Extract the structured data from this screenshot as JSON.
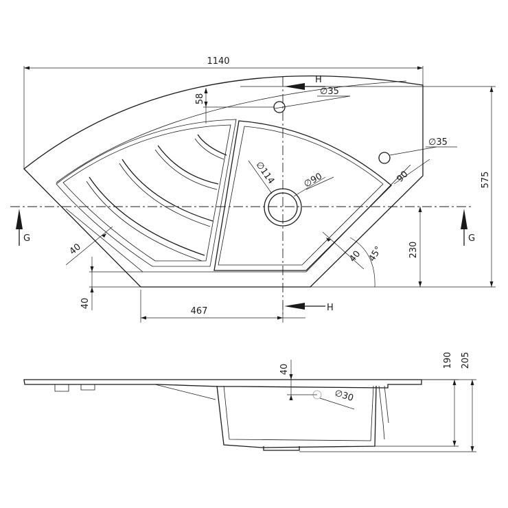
{
  "top_view": {
    "overall_width": "1140",
    "overall_depth": "575",
    "offset_to_centerline": "230",
    "top_margin": "58",
    "left_margin": "40",
    "bottom_margin": "40",
    "right_margin": "40",
    "side_margin": "90",
    "bowl_center_offset": "467",
    "bowl_outer_diameter": "∅114",
    "drain_diameter": "∅90",
    "tap_hole_1": "∅35",
    "tap_hole_2": "∅35",
    "angle": "45°",
    "section_h_top": "H",
    "section_h_bottom": "H",
    "section_g_left": "G",
    "section_g_right": "G"
  },
  "side_view": {
    "overflow_offset": "40",
    "overflow_diameter": "∅30",
    "bowl_depth": "190",
    "total_height": "205"
  }
}
